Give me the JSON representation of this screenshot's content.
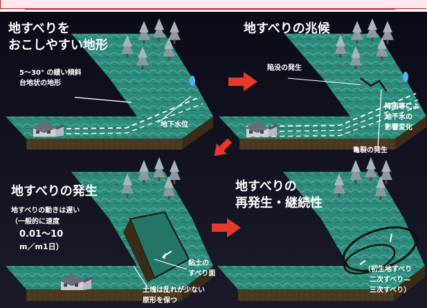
{
  "panels": [
    {
      "title_lines": [
        "地すべりを",
        "おこしやすい地形"
      ],
      "labels": {
        "slope_line1": "5～30° の緩い傾斜",
        "slope_line2": "台地状の地形",
        "groundwater": "地下水位"
      }
    },
    {
      "title_lines": [
        "地すべりの兆候"
      ],
      "labels": {
        "subsidence": "陥没の発生",
        "rain_line1": "降雨等によ",
        "rain_line2": "地下水の",
        "rain_line3": "影響変化",
        "crack": "亀裂の発生"
      }
    },
    {
      "title_lines": [
        "地すべりの発生"
      ],
      "labels": {
        "speed_line1": "地すべりの動きは遅い",
        "speed_line2": "（一般的に速度",
        "speed_line3": "0.01～10",
        "speed_line4": "m／m1日）",
        "clay_line1": "粘土の",
        "clay_line2": "すべり面",
        "soil_line1": "土塊は乱れが少ない",
        "soil_line2": "原形を保つ"
      }
    },
    {
      "title_lines": [
        "地すべりの",
        "再発生・継続性"
      ],
      "labels": {
        "note_line1": "（初生地すべり",
        "note_line2": "二次すべり—",
        "note_line3": "三次すべり）"
      }
    }
  ],
  "colors": {
    "background": "#10101c",
    "arrow": "#e53a2a",
    "grass": "#2e8a7a",
    "soil": "#4a3a22",
    "frame_red": "#c41414"
  }
}
